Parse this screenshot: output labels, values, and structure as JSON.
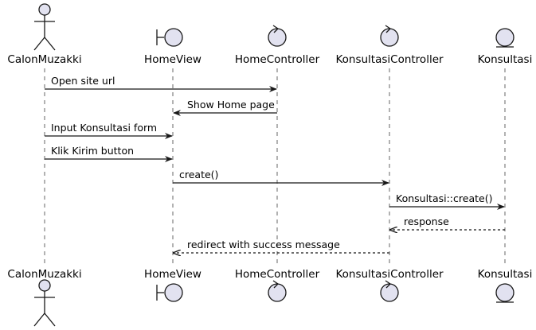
{
  "participants": [
    {
      "id": "calon",
      "name": "CalonMuzakki",
      "kind": "actor"
    },
    {
      "id": "homeview",
      "name": "HomeView",
      "kind": "boundary"
    },
    {
      "id": "homectrl",
      "name": "HomeController",
      "kind": "control"
    },
    {
      "id": "konsctrl",
      "name": "KonsultasiController",
      "kind": "control"
    },
    {
      "id": "konsultasi",
      "name": "Konsultasi",
      "kind": "entity"
    }
  ],
  "messages": [
    {
      "label": "Open site url",
      "from": "calon",
      "to": "homectrl",
      "style": "sync"
    },
    {
      "label": "Show Home page",
      "from": "homectrl",
      "to": "homeview",
      "style": "sync"
    },
    {
      "label": "Input Konsultasi form",
      "from": "calon",
      "to": "homeview",
      "style": "sync"
    },
    {
      "label": "Klik Kirim button",
      "from": "calon",
      "to": "homeview",
      "style": "sync"
    },
    {
      "label": "create()",
      "from": "homeview",
      "to": "konsctrl",
      "style": "sync"
    },
    {
      "label": "Konsultasi::create()",
      "from": "konsctrl",
      "to": "konsultasi",
      "style": "sync"
    },
    {
      "label": "response",
      "from": "konsultasi",
      "to": "konsctrl",
      "style": "return"
    },
    {
      "label": "redirect with success message",
      "from": "konsctrl",
      "to": "homeview",
      "style": "return"
    }
  ]
}
